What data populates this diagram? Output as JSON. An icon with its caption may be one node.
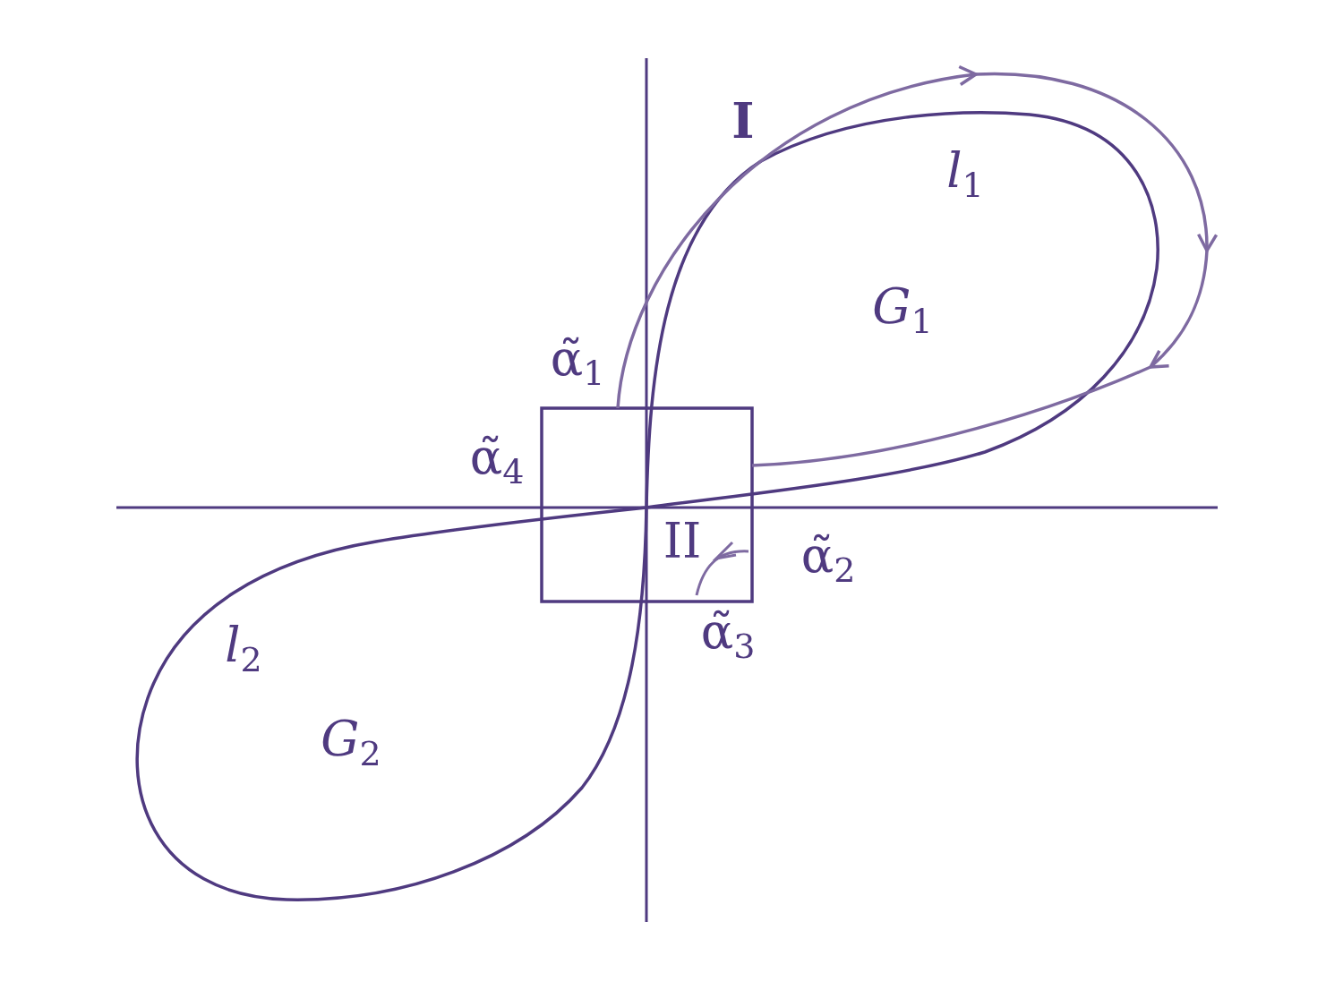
{
  "diagram": {
    "labels": [
      "**I**",
      "*l*$_{1}$",
      "*G*$_{1}$",
      "α̃$_{1}$",
      "α̃$_{4}$",
      "II",
      "α̃$_{2}$",
      "α̃$_{3}$",
      "*l*$_{2}$",
      "*G*$_{2}$"
    ]
  }
}
